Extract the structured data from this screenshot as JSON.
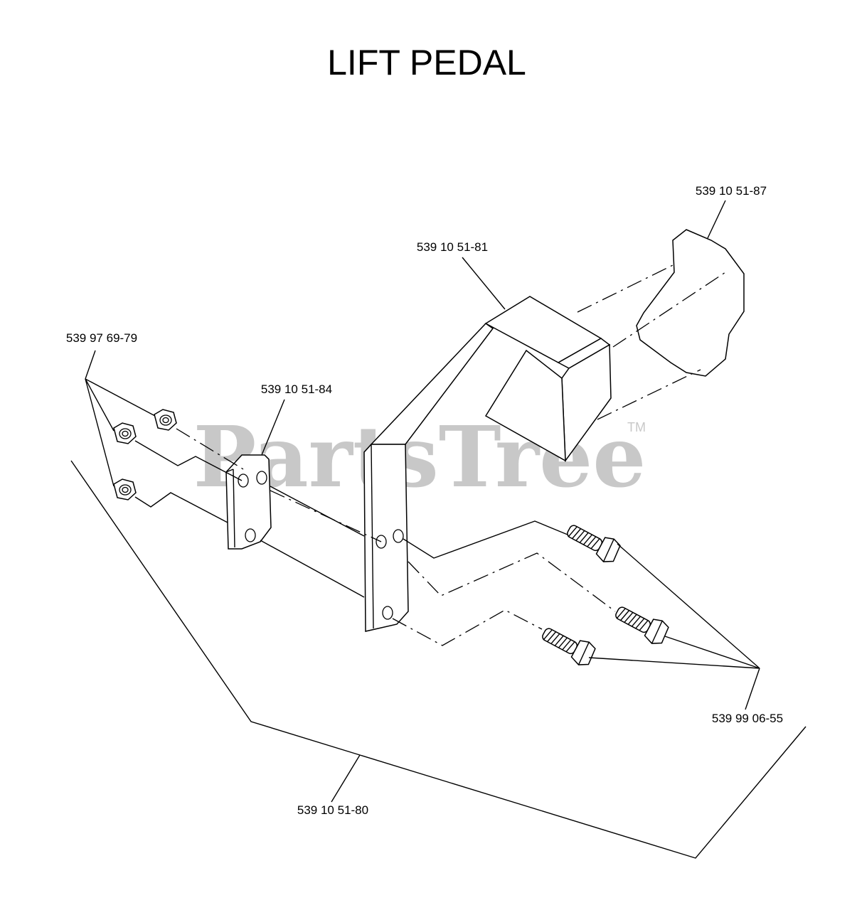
{
  "title": "LIFT PEDAL",
  "watermark": {
    "text": "PartsTree",
    "trademark": "TM"
  },
  "parts": [
    {
      "id": "pedal-pad",
      "number": "539 10 51-87"
    },
    {
      "id": "pedal-bracket",
      "number": "539 10 51-81"
    },
    {
      "id": "nut",
      "number": "539 97 69-79"
    },
    {
      "id": "backing-plate",
      "number": "539 10 51-84"
    },
    {
      "id": "bolt",
      "number": "539 99 06-55"
    },
    {
      "id": "assembly",
      "number": "539 10 51-80"
    }
  ]
}
